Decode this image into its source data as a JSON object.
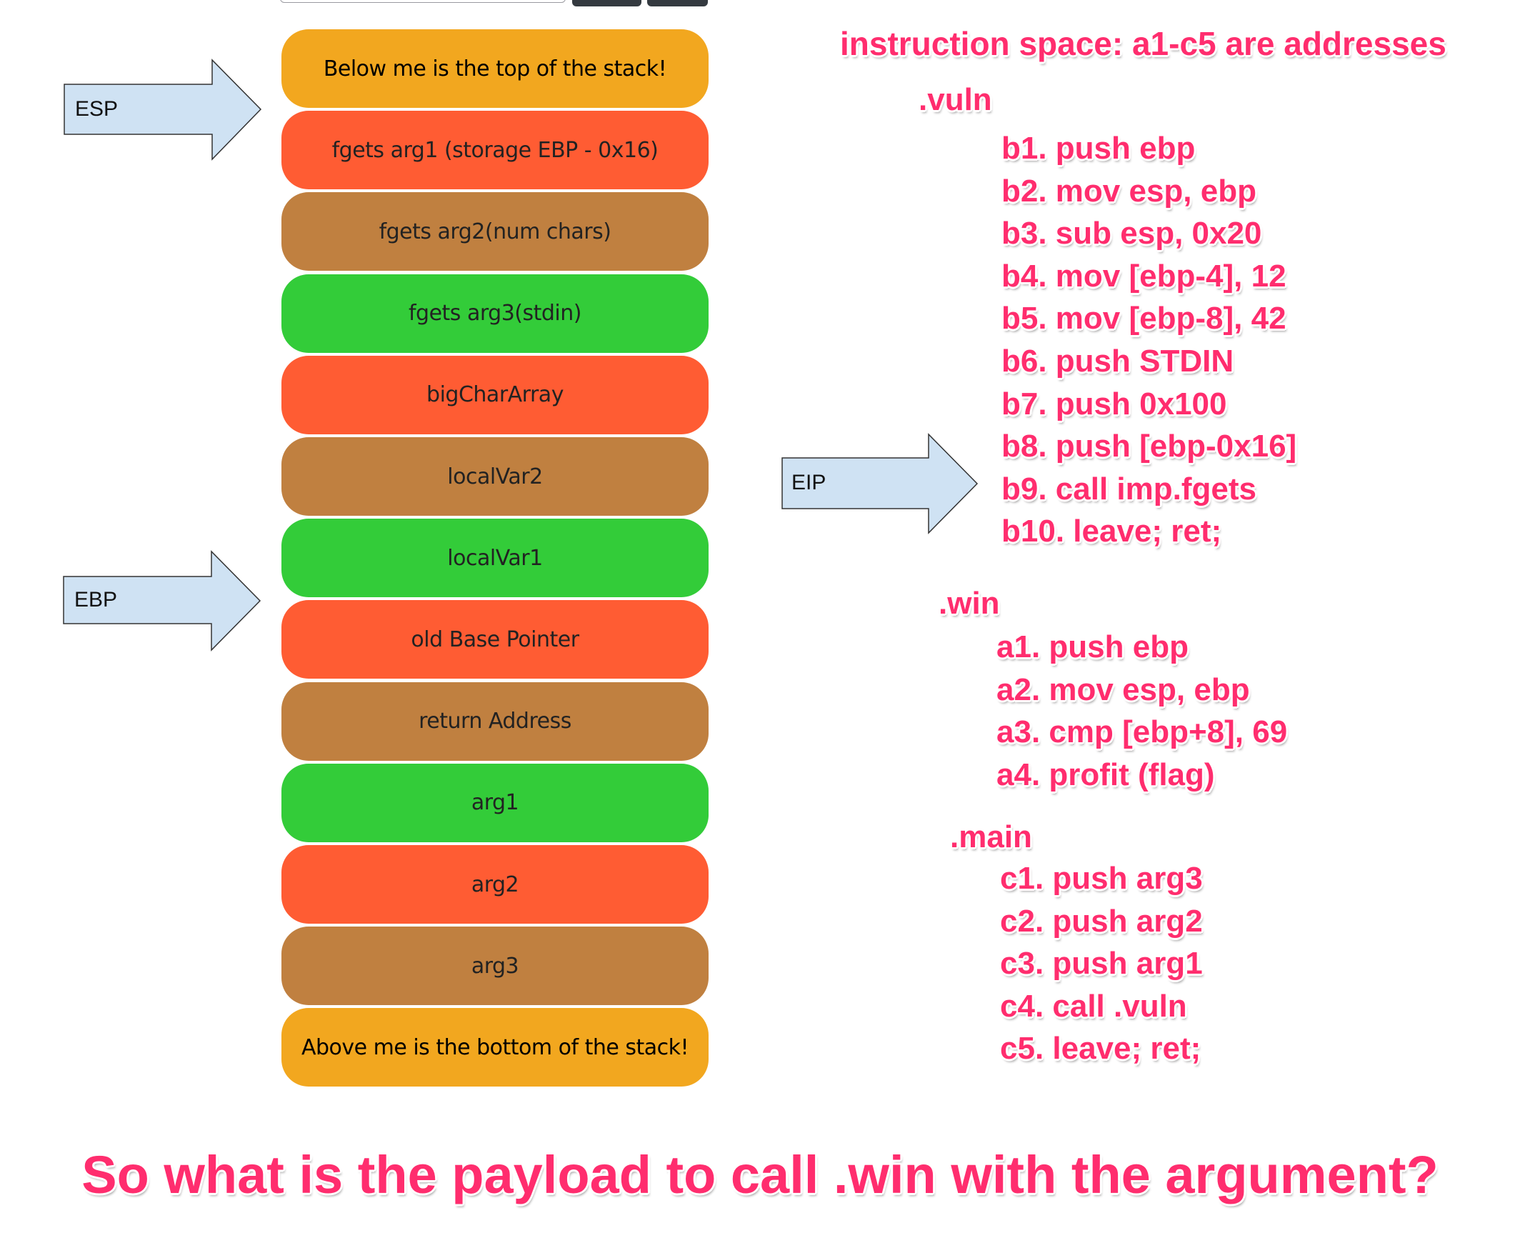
{
  "toolbar": {
    "input_value": "",
    "button1_label": "",
    "button2_label": ""
  },
  "colors": {
    "edge": "#f2a71f",
    "red": "#ff5c33",
    "brown": "#c08040",
    "green": "#33cc39",
    "arrow_fill": "#cfe2f3",
    "pink": "#ff2d6e"
  },
  "stack": [
    {
      "label": "Below me is the top of the stack!",
      "color": "edge"
    },
    {
      "label": "fgets arg1 (storage EBP - 0x16)",
      "color": "red"
    },
    {
      "label": "fgets arg2(num chars)",
      "color": "brown"
    },
    {
      "label": "fgets arg3(stdin)",
      "color": "green"
    },
    {
      "label": "bigCharArray",
      "color": "red"
    },
    {
      "label": "localVar2",
      "color": "brown"
    },
    {
      "label": "localVar1",
      "color": "green"
    },
    {
      "label": "old Base Pointer",
      "color": "red"
    },
    {
      "label": "return Address",
      "color": "brown"
    },
    {
      "label": "arg1",
      "color": "green"
    },
    {
      "label": "arg2",
      "color": "red"
    },
    {
      "label": "arg3",
      "color": "brown"
    },
    {
      "label": "Above me is the bottom of the stack!",
      "color": "edge"
    }
  ],
  "pointers": {
    "esp": {
      "label": "ESP",
      "points_to": "fgets arg1 (storage EBP - 0x16)"
    },
    "ebp": {
      "label": "EBP",
      "points_to": "old Base Pointer"
    },
    "eip": {
      "label": "EIP",
      "points_to": "b9. call imp.fgets"
    }
  },
  "instructions": {
    "title": "instruction space: a1-c5 are addresses",
    "vuln": {
      "name": ".vuln",
      "lines": [
        "b1. push ebp",
        "b2. mov esp, ebp",
        "b3. sub esp, 0x20",
        "b4. mov [ebp-4], 12",
        "b5. mov [ebp-8], 42",
        "b6. push STDIN",
        "b7. push 0x100",
        "b8. push [ebp-0x16]",
        "b9. call imp.fgets",
        "b10. leave; ret;"
      ]
    },
    "win": {
      "name": ".win",
      "lines": [
        "a1. push ebp",
        "a2. mov esp, ebp",
        "a3. cmp [ebp+8], 69",
        "a4. profit (flag)"
      ]
    },
    "main": {
      "name": ".main",
      "lines": [
        "c1. push arg3",
        "c2. push arg2",
        "c3. push arg1",
        "c4. call .vuln",
        "c5. leave; ret;"
      ]
    }
  },
  "question": "So what is the payload to call .win with the argument?"
}
